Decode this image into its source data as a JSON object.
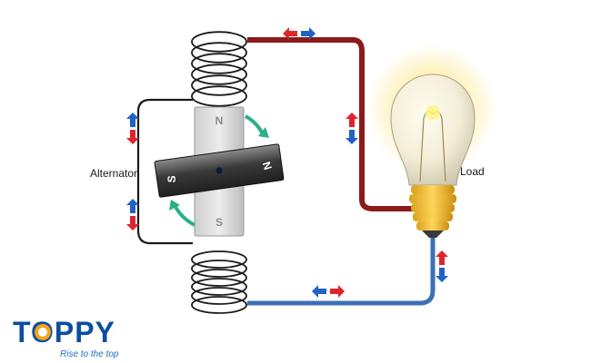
{
  "labels": {
    "alternator": "Alternator",
    "load": "Load"
  },
  "magnet": {
    "vertical_top_pole": "N",
    "vertical_bottom_pole": "S",
    "rotor_left_pole": "S",
    "rotor_right_pole": "N"
  },
  "brand": {
    "name": "TOPPY",
    "tagline": "Rise to the top"
  },
  "colors": {
    "hot_wire": "#8b1a1a",
    "return_wire": "#3b6fb6",
    "neutral_wire": "#1a1a1a",
    "arrow_red": "#e0242b",
    "arrow_blue": "#1f63c6",
    "rotation_arrow": "#2bb08a",
    "brand_blue": "#0a4f9e",
    "brand_orange": "#f5a21b"
  }
}
